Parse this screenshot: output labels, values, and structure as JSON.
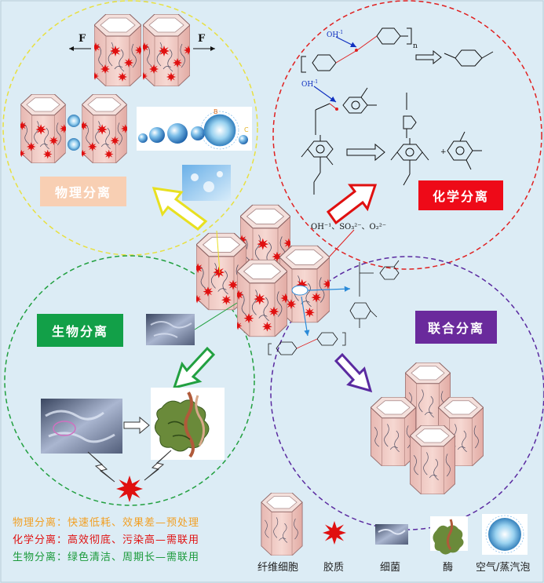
{
  "labels": {
    "physical": "物理分离",
    "chemical": "化学分离",
    "biological": "生物分离",
    "combined": "联合分离"
  },
  "force": {
    "left": "F",
    "right": "F"
  },
  "bubble_letters": {
    "b": "B",
    "c": "C"
  },
  "chem": {
    "oh1": "OH",
    "oh1_sup": "-1",
    "oh2": "OH",
    "oh2_sup": "-1",
    "n_sub": "n",
    "ions": "OH⁻¹、SO₃²⁻、O₂²⁻"
  },
  "notes": [
    {
      "text": "物理分离：快速低耗、效果差—预处理",
      "color": "#f2a024"
    },
    {
      "text": "化学分离：高效彻底、污染高—需联用",
      "color": "#e01010"
    },
    {
      "text": "生物分离：绿色清洁、周期长—需联用",
      "color": "#1a9a3a"
    }
  ],
  "legend": [
    {
      "text": "纤维细胞",
      "icon": "fiber-cell-icon"
    },
    {
      "text": "胶质",
      "icon": "gum-icon"
    },
    {
      "text": "细菌",
      "icon": "bacteria-icon"
    },
    {
      "text": "酶",
      "icon": "enzyme-icon"
    },
    {
      "text": "空气/蒸汽泡",
      "icon": "bubble-icon"
    }
  ],
  "colors": {
    "physical_box": "#f8cfb3",
    "chemical_box": "#ee0a18",
    "biological_box": "#12a048",
    "combined_box": "#6a2a9c",
    "physical_circle": "#e8e040",
    "chemical_circle": "#e02020",
    "biological_circle": "#22a040",
    "combined_circle": "#5a2aa0",
    "cell_pink": "#f0c8c0",
    "gum_red": "#e01010"
  }
}
